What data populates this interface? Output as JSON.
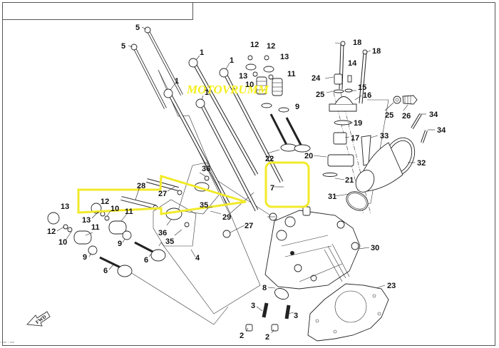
{
  "title_box": {
    "text": ""
  },
  "watermark": "MOTOVRUMM",
  "direction_badge": {
    "label": "FWD",
    "icon": "forward-arrow-icon"
  },
  "highlight": {
    "color": "#f2ea2a",
    "target_part": "7"
  },
  "callouts": [
    {
      "id": "c5a",
      "text": "5"
    },
    {
      "id": "c5b",
      "text": "5"
    },
    {
      "id": "c1a",
      "text": "1"
    },
    {
      "id": "c1b",
      "text": "1"
    },
    {
      "id": "c1c",
      "text": "1"
    },
    {
      "id": "c1d",
      "text": "1"
    },
    {
      "id": "c12a",
      "text": "12"
    },
    {
      "id": "c12b",
      "text": "12"
    },
    {
      "id": "c13a",
      "text": "13"
    },
    {
      "id": "c13b",
      "text": "13"
    },
    {
      "id": "c10a",
      "text": "10"
    },
    {
      "id": "c11a",
      "text": "11"
    },
    {
      "id": "c9a",
      "text": "9"
    },
    {
      "id": "c18a",
      "text": "18"
    },
    {
      "id": "c18b",
      "text": "18"
    },
    {
      "id": "c14",
      "text": "14"
    },
    {
      "id": "c24",
      "text": "24"
    },
    {
      "id": "c15",
      "text": "15"
    },
    {
      "id": "c25a",
      "text": "25"
    },
    {
      "id": "c16",
      "text": "16"
    },
    {
      "id": "c25b",
      "text": "25"
    },
    {
      "id": "c26",
      "text": "26"
    },
    {
      "id": "c19",
      "text": "19"
    },
    {
      "id": "c17",
      "text": "17"
    },
    {
      "id": "c34a",
      "text": "34"
    },
    {
      "id": "c34b",
      "text": "34"
    },
    {
      "id": "c33",
      "text": "33"
    },
    {
      "id": "c20",
      "text": "20"
    },
    {
      "id": "c22",
      "text": "22"
    },
    {
      "id": "c32",
      "text": "32"
    },
    {
      "id": "c21",
      "text": "21"
    },
    {
      "id": "c7",
      "text": "7"
    },
    {
      "id": "c31",
      "text": "31"
    },
    {
      "id": "c36a",
      "text": "36"
    },
    {
      "id": "c28",
      "text": "28"
    },
    {
      "id": "c27a",
      "text": "27"
    },
    {
      "id": "c35a",
      "text": "35"
    },
    {
      "id": "c29",
      "text": "29"
    },
    {
      "id": "c27b",
      "text": "27"
    },
    {
      "id": "c13c",
      "text": "13"
    },
    {
      "id": "c12c",
      "text": "12"
    },
    {
      "id": "c10b",
      "text": "10"
    },
    {
      "id": "c11b",
      "text": "11"
    },
    {
      "id": "c13d",
      "text": "13"
    },
    {
      "id": "c12d",
      "text": "12"
    },
    {
      "id": "c10c",
      "text": "10"
    },
    {
      "id": "c11c",
      "text": "11"
    },
    {
      "id": "c36b",
      "text": "36"
    },
    {
      "id": "c35b",
      "text": "35"
    },
    {
      "id": "c9b",
      "text": "9"
    },
    {
      "id": "c9c",
      "text": "9"
    },
    {
      "id": "c4",
      "text": "4"
    },
    {
      "id": "c6a",
      "text": "6"
    },
    {
      "id": "c6b",
      "text": "6"
    },
    {
      "id": "c30",
      "text": "30"
    },
    {
      "id": "c8",
      "text": "8"
    },
    {
      "id": "c23",
      "text": "23"
    },
    {
      "id": "c3a",
      "text": "3"
    },
    {
      "id": "c3b",
      "text": "3"
    },
    {
      "id": "c2a",
      "text": "2"
    },
    {
      "id": "c2b",
      "text": "2"
    }
  ]
}
